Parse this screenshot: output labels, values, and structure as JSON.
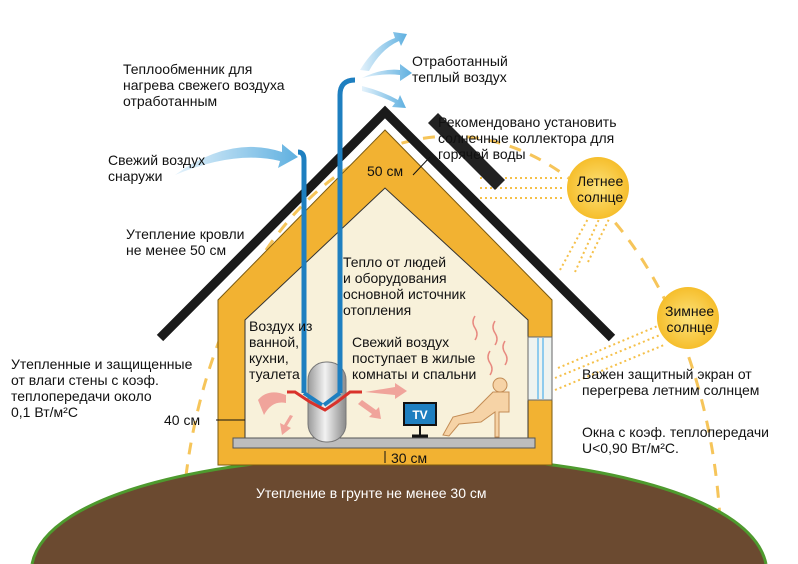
{
  "labels": {
    "heat_exchanger": "Теплообменник для\nнагрева свежего воздуха\nотработанным",
    "exhaust_air": "Отработанный\nтеплый воздух",
    "solar_collectors": "Рекомендовано установить\nсолнечные коллектора для\nгорячей воды",
    "fresh_air_outside": "Свежий воздух\nснаружи",
    "roof_thickness": "50 см",
    "summer_sun": "Летнее\nсолнце",
    "roof_insulation": "Утепление кровли\nне менее 50 см",
    "heat_from_people": "Тепло от людей\nи оборудования\nосновной источник\nотопления",
    "winter_sun": "Зимнее\nсолнце",
    "air_from_rooms": "Воздух из\nванной,\nкухни,\nтуалета",
    "fresh_air_inside": "Свежий воздух\nпоступает в жилые\nкомнаты и спальни",
    "walls": "Утепленные и защищенные\nот влаги стены с коэф.\nтеплопередачи около\n0,1 Вт/м²С",
    "shade": "Важен защитный экран от\nперегрева летним солнцем",
    "wall_thickness": "40 см",
    "windows": "Окна с коэф. теплопередачи\nU<0,90 Вт/м²С.",
    "floor_thickness": "30 см",
    "ground_insulation": "Утепление в грунте не менее 30 см",
    "tv": "TV"
  },
  "colors": {
    "insulation": "#F2B232",
    "interior": "#F8F1DA",
    "roof": "#1a1a1a",
    "pipe": "#1E7FC0",
    "ground": "#6B4A30",
    "grass": "#4E9A2E",
    "sun": "#F9C93C",
    "air_arrow": "#7EC3E8"
  }
}
